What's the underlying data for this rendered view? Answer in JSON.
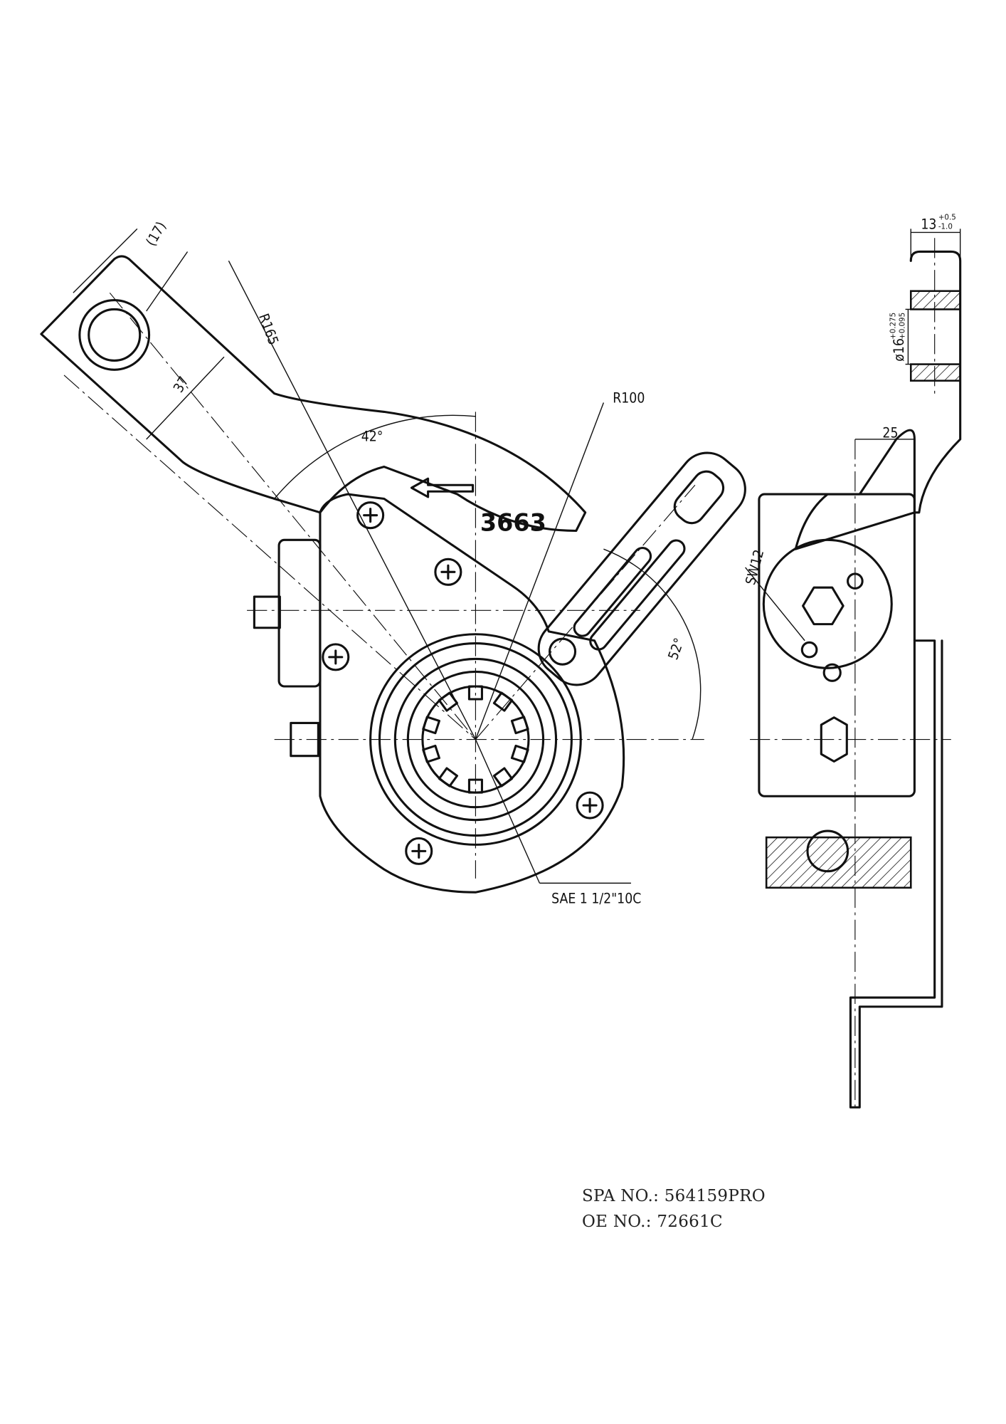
{
  "drawing": {
    "part_marking": "3663",
    "dimensions": {
      "lever_hole_offset": "(17)",
      "arm_width": "37",
      "arm_radius": "R165",
      "slot_radius": "R100",
      "arm_angle": "42°",
      "slot_angle": "52°",
      "spline_spec": "SAE 1 1/2\"10C",
      "wrench_size": "SW12",
      "offset": "25",
      "thickness": "13",
      "thickness_tol_upper": "+0.5",
      "thickness_tol_lower": "-1.0",
      "bore": "ø16",
      "bore_tol_upper": "+0.275",
      "bore_tol_lower": "+0.095"
    }
  },
  "caption": {
    "spa_no": "SPA NO.: 564159PRO",
    "oe_no": "OE NO.: 72661C"
  }
}
